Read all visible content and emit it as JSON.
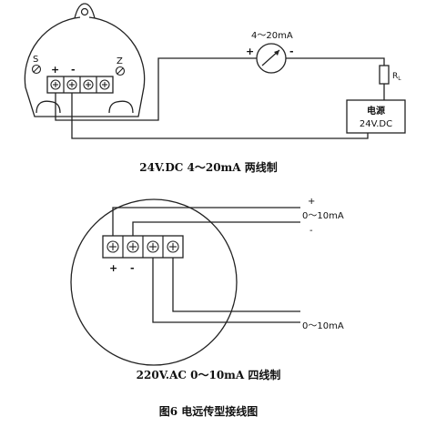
{
  "two_wire": {
    "screw_s": "S",
    "screw_z": "Z",
    "plus": "+",
    "minus": "-",
    "meter_label": "4～20mA",
    "meter_plus": "+",
    "meter_minus": "-",
    "resistor_label": "R",
    "resistor_sub": "L",
    "supply_line1": "电源",
    "supply_line2": "24V.DC",
    "caption": "24V.DC 4～20mA  两线制"
  },
  "four_wire": {
    "plus": "+",
    "minus": "-",
    "out_plus": "+",
    "out_minus": "-",
    "out_upper": "0～10mA",
    "out_lower": "0～10mA",
    "caption": "220V.AC 0～10mA  四线制"
  },
  "figure_title": "图6 电远传型接线图"
}
